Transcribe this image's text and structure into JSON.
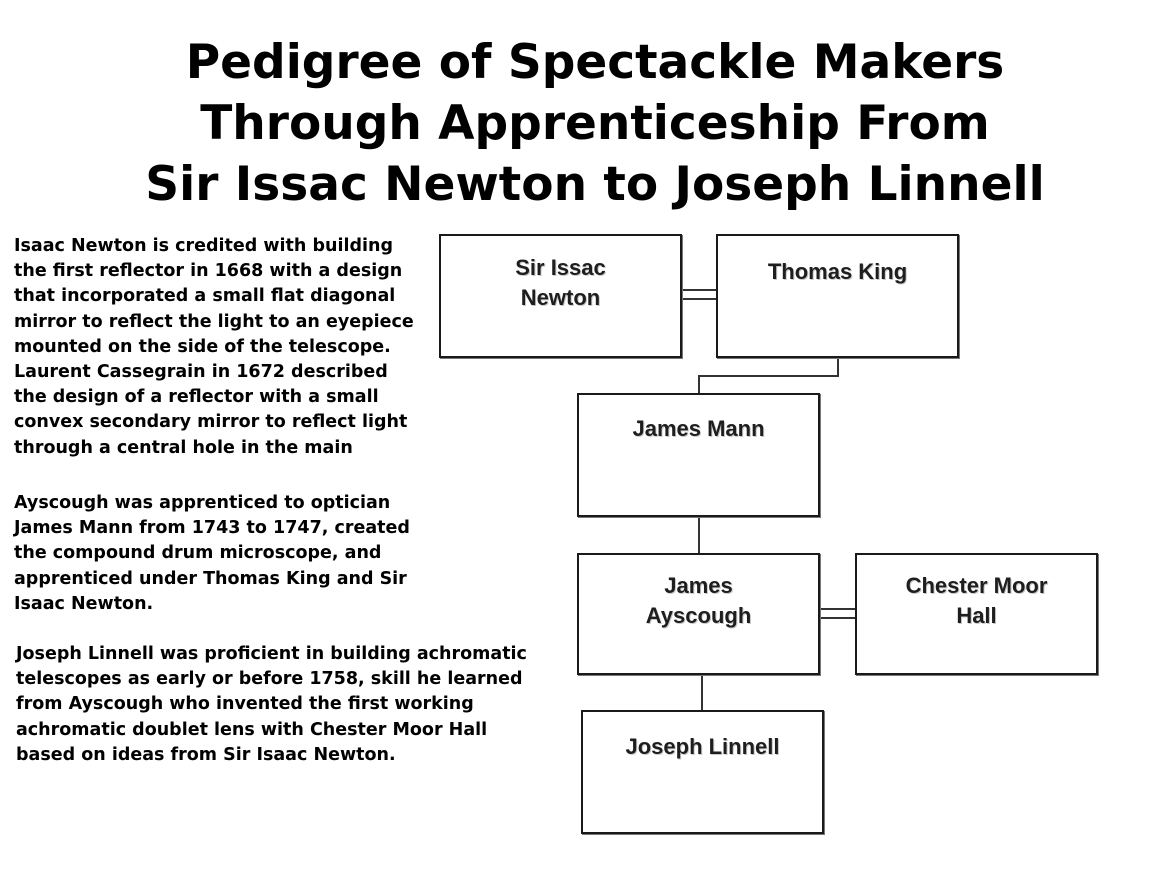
{
  "title": {
    "line1": "Pedigree of Spectackle Makers",
    "line2": "Through Apprenticeship From",
    "line3": "Sir Issac Newton to Joseph Linnell"
  },
  "paragraphs": {
    "newton": [
      "Isaac Newton is credited with building",
      "the first reflector in 1668 with a design",
      "that incorporated a small flat diagonal",
      "mirror to reflect the light to an eyepiece",
      "mounted on the side of the telescope.",
      "Laurent Cassegrain in 1672 described",
      "the design of a reflector with a small",
      "convex secondary mirror to reflect light",
      "through a central hole in the main"
    ],
    "ayscough": [
      "Ayscough was apprenticed to optician",
      "James Mann from 1743 to 1747, created",
      "the compound drum microscope, and",
      "apprenticed under Thomas King and Sir",
      "Isaac Newton."
    ],
    "linnell": [
      "Joseph Linnell was proficient in building achromatic",
      "telescopes as early or before 1758, skill he learned",
      "from Ayscough who invented the first working",
      "achromatic doublet lens with Chester Moor Hall",
      "based on ideas from Sir Isaac Newton."
    ]
  },
  "nodes": {
    "newton": [
      "Sir Issac",
      "Newton"
    ],
    "king": [
      "Thomas King"
    ],
    "mann": [
      "James Mann"
    ],
    "ayscough": [
      "James",
      "Ayscough"
    ],
    "hall": [
      "Chester Moor",
      "Hall"
    ],
    "linnell": [
      "Joseph Linnell"
    ]
  },
  "connections": [
    {
      "from": "Sir Issac Newton",
      "to": "Thomas King",
      "style": "double-line"
    },
    {
      "from": "Thomas King",
      "to": "James Mann",
      "style": "elbow-line"
    },
    {
      "from": "James Mann",
      "to": "James Ayscough",
      "style": "line"
    },
    {
      "from": "James Ayscough",
      "to": "Chester Moor Hall",
      "style": "double-line"
    },
    {
      "from": "James Ayscough",
      "to": "Joseph Linnell",
      "style": "line"
    }
  ],
  "colors": {
    "background": "#ffffff",
    "text": "#000000",
    "box_border": "#1a1a1a",
    "connector": "#333333"
  }
}
